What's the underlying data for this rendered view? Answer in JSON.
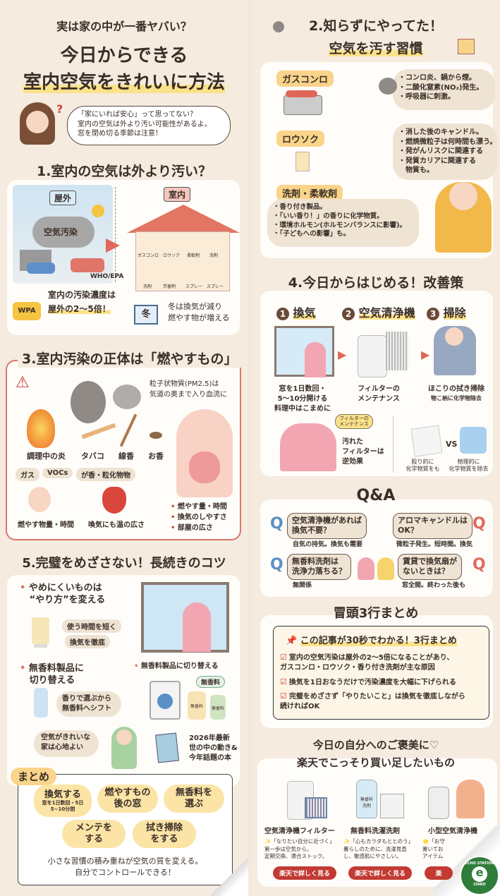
{
  "header": {
    "tagline": "実は家の中が一番ヤバい？",
    "title_line1": "今日からできる",
    "title_line2": "室内空気をきれいに方法",
    "speech": [
      "「家にいれば安心」って思ってない？",
      "室内の空気は外より汚い可能性があるよ。",
      "窓を閉め切る季節は注意！"
    ]
  },
  "section1": {
    "heading": "1.室内の空気は外より汚い？",
    "outdoor_label": "屋外",
    "indoor_label": "室内",
    "pollution_label": "空気汚染",
    "indoor_items": [
      "ガスコンロ",
      "ロウソク",
      "柔軟剤",
      "洗剤",
      "洗剤",
      "芳香剤",
      "スプレー",
      "スプレー"
    ],
    "source": "WHO/EPA",
    "badge": "WPA",
    "fact_line1": "室内の汚染濃度は",
    "fact_line2": "屋外の2〜5倍！",
    "winter_icon_label": "冬",
    "winter_text": [
      "冬は換気が減り",
      "燃やす物が増える"
    ]
  },
  "section3": {
    "heading": "3.室内汚染の正体は「燃やすもの」",
    "sources": [
      "調理中の炎",
      "タバコ",
      "線香",
      "お香"
    ],
    "tags": [
      "ガス",
      "VOCs",
      "が香・粒化物物"
    ],
    "pm_note": [
      "粒子状物質(PM2.5)は",
      "気道の奥まで入り血流に"
    ],
    "effects": [
      "燃やす物量・時間",
      "喚気にも温の広さ"
    ],
    "factors": [
      "燃やす量・時間",
      "換気のしやすさ",
      "部屋の広さ"
    ]
  },
  "section5": {
    "heading": "5.完璧をめざさない！長続きのコツ",
    "tip1": [
      "やめにくいものは",
      "“やり方”を変える"
    ],
    "tip1_tags": [
      "使う時間を短く",
      "換気を徹底"
    ],
    "tip2": [
      "無香料製品に",
      "切り替える"
    ],
    "tip2_bubble": [
      "香りで選ぶから",
      "無香料へシフト"
    ],
    "tip3": "無香料製品に切り替える",
    "unscented_tag": "無香料",
    "bottle_label": "無香料",
    "comfort_bubble": [
      "空気がきれいな",
      "家は心地よい"
    ],
    "book_text": [
      "2026年最新",
      "世の中の動き&",
      "今年話題の本"
    ]
  },
  "matome": {
    "label": "まとめ",
    "items": [
      {
        "main": "換気する",
        "sub": "窓を1日数回・5日\n5~10分間"
      },
      {
        "main": "燃やすもの\n後の窓",
        "sub": ""
      },
      {
        "main": "無香料を\n選ぶ",
        "sub": ""
      },
      {
        "main": "メンテを\nする",
        "sub": ""
      },
      {
        "main": "拭き掃除\nをする",
        "sub": ""
      }
    ],
    "footer": [
      "小さな習慣の積み重ねが空気の質を変える。",
      "自分でコントロールできる！"
    ]
  },
  "section2": {
    "heading_line1": "2.知らずにやってた！",
    "heading_line2": "空気を汚す習慣",
    "items": [
      {
        "label": "ガスコンロ",
        "bullets": [
          "・コンロ炎、鍋から煙。",
          "・二酸化窒素(NO₂)発生。",
          "・呼吸器に刺激。"
        ]
      },
      {
        "label": "ロウソク",
        "bullets": [
          "・消した後のキャンドル。",
          "・燃焼微粒子は何時間も漂う。",
          "・発がんリスクに関連する",
          "・発質カリアに関連する",
          "　物質も。"
        ]
      },
      {
        "label": "洗剤・柔軟剤",
        "bullets": [
          "・香り付き製品。",
          "・「いい香り！」の香りに化学物質。",
          "・環境ホルモン(ホルモンバランスに影響)。",
          "・「子どもへの影響」も。"
        ]
      }
    ]
  },
  "section4": {
    "heading": "4.今日からはじめる！改善策",
    "steps": [
      {
        "num": "1",
        "title": "換気",
        "caption": [
          "窓を1日数回・",
          "5〜10分開ける",
          "料理中はこまめに"
        ]
      },
      {
        "num": "2",
        "title": "空気清浄機",
        "caption": [
          "フィルターの",
          "メンテナンス"
        ]
      },
      {
        "num": "3",
        "title": "掃除",
        "caption": [
          "ほこりの拭き掃除",
          "物こ枘に化学物除去"
        ]
      }
    ],
    "filter_bubble": [
      "フィルターの",
      "メンテナンス"
    ],
    "filter_note": [
      "汚れた",
      "フィルターは",
      "逆効果"
    ],
    "vs": "VS",
    "compare_left": [
      "殴り的に",
      "化学物質をも"
    ],
    "compare_right": [
      "物理的に",
      "化学物質を除去"
    ]
  },
  "qa": {
    "title": "Q&A",
    "items": [
      {
        "q": "空気清浄機があれば\n換気不要？",
        "a": "自気の持気。換気も需要",
        "color": "#5b8fc7"
      },
      {
        "q": "アロマキャンドルは\nOK？",
        "a": "微粒子発生。短時間。換気",
        "color": "#e06a5f"
      },
      {
        "q": "無香料洗剤は\n洗浄力落ちる？",
        "a": "無関係",
        "color": "#5b8fc7"
      },
      {
        "q": "賃貸で換気扇が\nないときは？",
        "a": "窓全開。終わった後も",
        "color": "#e06a5f"
      }
    ]
  },
  "summary3": {
    "title": "冒頭3行まとめ",
    "box_title": "この記事が30秒でわかる！3行まとめ",
    "lines": [
      "室内の空気汚染は屋外の2〜5倍になることがあり、\nガスコンロ・ロウソク・香り付き洗剤が主な原因",
      "換気を1日おなうだけで汚染濃度を大幅に下げられる",
      "完璧をめざさず「やりたいこと」は換気を徹底しながら\n続ければOK"
    ]
  },
  "reward": {
    "title_line1": "今日の自分へのご褒美に♡",
    "title_line2": "楽天でこっそり買い足したいもの",
    "products": [
      {
        "name": "空気清浄機フィルター",
        "desc": [
          "✨「なりたい自分に近づく」",
          "第一歩は空気から。",
          "定期交換、適合ストック。"
        ],
        "button": "楽天で詳しく見る"
      },
      {
        "name": "無香料洗濯洗剤",
        "desc": [
          "✨「心もカラダもととのう」",
          "暮らしのために、洗濯見直",
          "し、敏感肌にやさしい。"
        ],
        "button": "楽天で詳しく見る",
        "bottle_label": "無香料\n洗剤"
      },
      {
        "name": "小型空気清浄機",
        "desc": [
          "🌟「お守",
          "置いてお",
          "アイテム"
        ],
        "button": "楽"
      }
    ]
  },
  "logo": {
    "top": "ECHO STATION",
    "bottom": "CHIKO",
    "mark": "e"
  },
  "colors": {
    "background": "#f3e8dc",
    "accent_red": "#d0453a",
    "highlight": "#fbe28a",
    "button": "#c23a32",
    "logo_green": "#2e7d3a"
  }
}
